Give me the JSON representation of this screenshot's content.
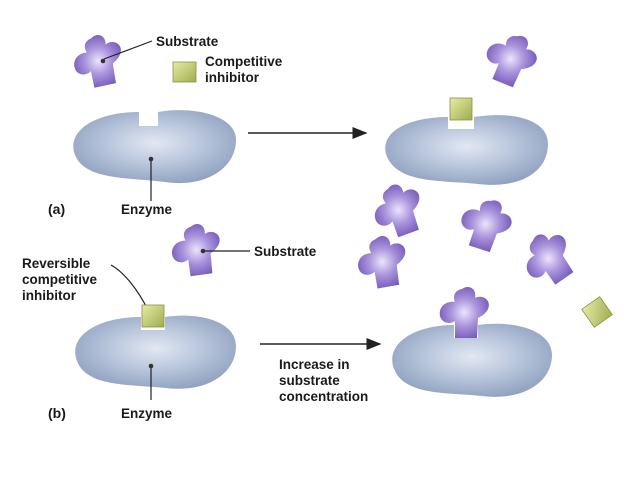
{
  "panel_a": {
    "part_label": "(a)",
    "substrate_label": "Substrate",
    "inhibitor_label_line1": "Competitive",
    "inhibitor_label_line2": "inhibitor",
    "enzyme_label": "Enzyme"
  },
  "panel_b": {
    "part_label": "(b)",
    "substrate_label": "Substrate",
    "inhibitor_label_line1": "Reversible",
    "inhibitor_label_line2": "competitive",
    "inhibitor_label_line3": "inhibitor",
    "enzyme_label": "Enzyme",
    "arrow_label_line1": "Increase in",
    "arrow_label_line2": "substrate",
    "arrow_label_line3": "concentration"
  },
  "colors": {
    "enzyme": "#97a9c6",
    "enzyme_light": "#e2e8f3",
    "substrate": "#8a6ec8",
    "substrate_light": "#ece4fb",
    "inhibitor": "#b6c163",
    "inhibitor_light": "#e6eaa8"
  }
}
